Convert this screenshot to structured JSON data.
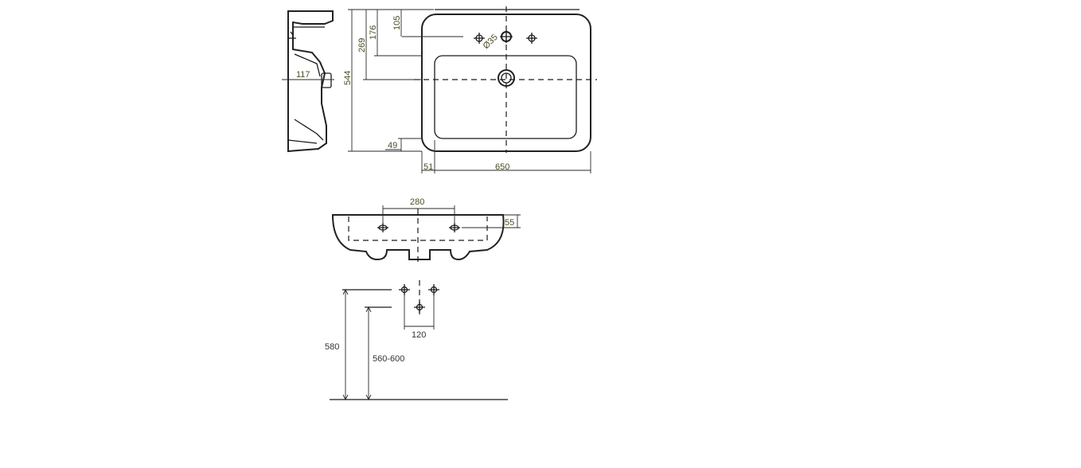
{
  "side_view": {
    "depth": "117"
  },
  "top_view": {
    "depth_total": "544",
    "to_overflow": "269",
    "to_tap_hole": "176",
    "tap_offset": "105",
    "hole_diameter": "Ø35",
    "front_rim": "49",
    "side_rim": "51",
    "width": "650"
  },
  "front_view": {
    "tap_spacing": "280",
    "tap_height": "55"
  },
  "install_view": {
    "fixing_spacing": "120",
    "rim_height": "580",
    "fixing_height_range": "560-600"
  }
}
